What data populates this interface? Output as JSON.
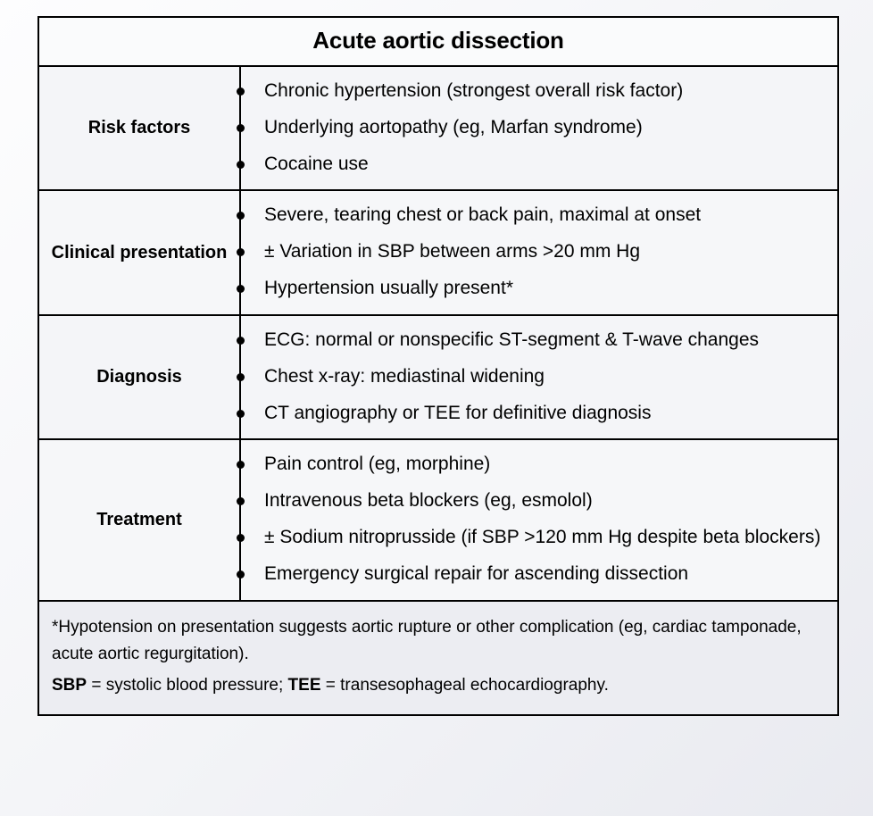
{
  "table": {
    "title": "Acute aortic dissection",
    "rows": [
      {
        "label": "Risk factors",
        "items": [
          "Chronic hypertension (strongest overall risk factor)",
          "Underlying aortopathy (eg, Marfan syndrome)",
          "Cocaine use"
        ]
      },
      {
        "label": "Clinical presentation",
        "items": [
          "Severe, tearing chest or back pain, maximal at onset",
          "± Variation in SBP between arms >20 mm Hg",
          "Hypertension usually present*"
        ]
      },
      {
        "label": "Diagnosis",
        "items": [
          "ECG: normal or nonspecific ST-segment & T-wave changes",
          "Chest x-ray: mediastinal widening",
          "CT angiography or TEE for definitive diagnosis"
        ]
      },
      {
        "label": "Treatment",
        "items": [
          "Pain control (eg, morphine)",
          "Intravenous beta blockers (eg, esmolol)",
          "± Sodium nitroprusside (if SBP >120 mm Hg despite beta blockers)",
          "Emergency surgical repair for ascending dissection"
        ]
      }
    ],
    "footnote": {
      "note": "*Hypotension on presentation suggests aortic rupture or other complication (eg, cardiac tamponade, acute aortic regurgitation).",
      "abbreviations": [
        {
          "term": "SBP",
          "definition": " = systolic blood pressure; "
        },
        {
          "term": "TEE",
          "definition": " = transesophageal echocardiography."
        }
      ]
    }
  }
}
